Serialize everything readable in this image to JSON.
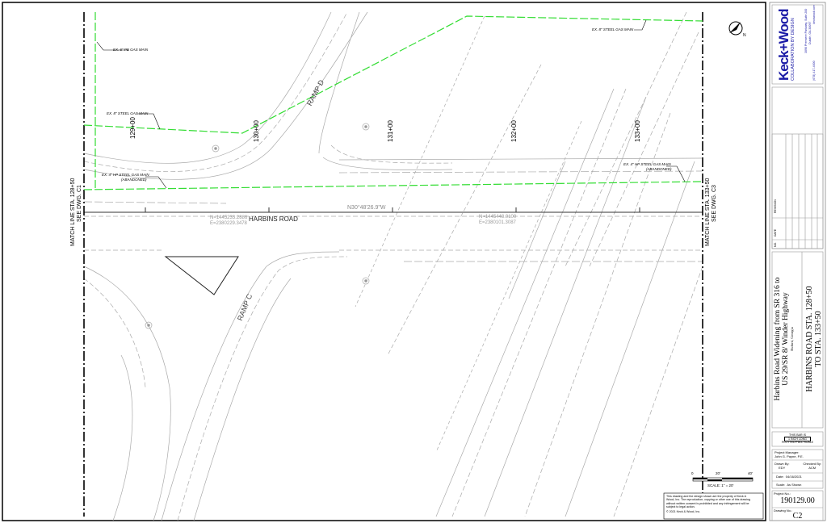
{
  "colors": {
    "gas_main": "#33dd33",
    "linework": "#999999",
    "frame": "#000000",
    "logo": "#1a1aa6"
  },
  "drawing": {
    "road_name": "HARBINS ROAD",
    "bearing": "N30°48'26.9\"W",
    "coord_left": {
      "n": "N=1445233.2886",
      "e": "E=2380229.3478"
    },
    "coord_right": {
      "n": "N=1445448.0100",
      "e": "E=2380101.3087"
    },
    "stations": [
      "129+00",
      "130+00",
      "131+00",
      "132+00",
      "133+00"
    ],
    "ramps": [
      "RAMP D",
      "RAMP C"
    ],
    "match_left": {
      "line1": "MATCH LINE STA. 128+50",
      "line2": "SEE DWG. C1"
    },
    "match_right": {
      "line1": "MATCH LINE STA. 133+50",
      "line2": "SEE DWG. C3"
    },
    "callouts": {
      "pe_gas": "EX. 6\" PE GAS MAIN",
      "steel_gas_left": "EX. 8\" STEEL GAS MAIN",
      "steel_gas_right": "EX. 8\" STEEL GAS MAIN",
      "hp_left_1": "EX. 4\" HP STEEL GAS MAIN",
      "hp_left_2": "(ABANDONED)",
      "hp_right_1": "EX. 4\" HP STEEL GAS MAIN",
      "hp_right_2": "(ABANDONED)"
    },
    "north_arrow": "north-arrow-icon",
    "scale_bar": {
      "ticks": [
        "0",
        "20'",
        "40'"
      ],
      "label": "SCALE: 1\" = 20'"
    },
    "notice": [
      "This drawing and the design shown are the property of Keck &",
      "Wood, Inc. The reproduction, copying or other use of this drawing",
      "without written consent is prohibited and any infringement will be",
      "subject to legal action."
    ],
    "copyright": "© 2021 Keck & Wood, Inc."
  },
  "title_block": {
    "logo": "Keck+Wood",
    "tagline": "COLLABORATION BY DESIGN",
    "address1": "3090 Premiere Parkway, Suite 200",
    "address2": "Duluth, GA 30097",
    "phone": "(678) 417-4000",
    "web": "keckwood.com",
    "revision_headers": [
      "NO.",
      "DATE",
      "REVISION"
    ],
    "project_title_1": "Harbins Road Widening from SR 316 to",
    "project_title_2": "US 29/SR 8/ Winder Highway",
    "project_location": "Buford, Georgia",
    "sheet_title_1": "HARBINS ROAD STA. 128+50",
    "sheet_title_2": "TO STA. 133+50",
    "bar_note_1": "THIS BAR IS",
    "bar_note_2": "1 INCH LONG",
    "bar_note_3": "PLOTTED FULL SCALE",
    "pm_label": "Project Manager:",
    "pm_value": "John G. Payne, P.E.",
    "drawn_label": "Drawn By:",
    "drawn_value": "EDY",
    "checked_label": "Checked By:",
    "checked_value": "ACM",
    "date_label": "Date:",
    "date_value": "04/16/2021",
    "scale_label": "Scale:",
    "scale_value": "As Shown",
    "project_no_label": "Project No.:",
    "project_no": "190129.00",
    "drawing_no_label": "Drawing No.:",
    "drawing_no": "C2"
  }
}
